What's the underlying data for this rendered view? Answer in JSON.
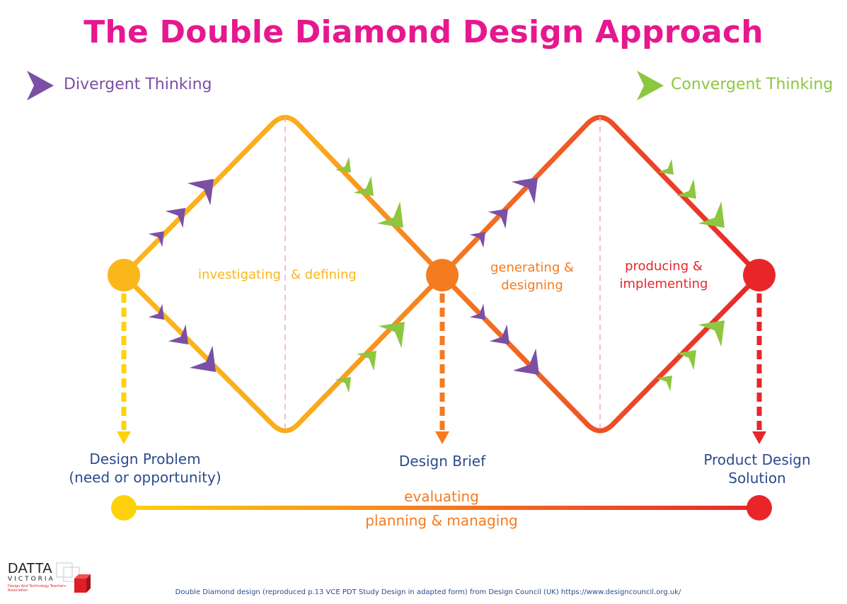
{
  "title": "The Double Diamond Design Approach",
  "legend": {
    "divergent": "Divergent Thinking",
    "convergent": "Convergent Thinking"
  },
  "phases": {
    "discover_define_a": "investigating",
    "discover_define_b": "& defining",
    "develop_line1": "generating &",
    "develop_line2": "designing",
    "deliver_line1": "producing &",
    "deliver_line2": "implementing"
  },
  "outputs": {
    "problem_line1": "Design Problem",
    "problem_line2": "(need or opportunity)",
    "brief": "Design Brief",
    "solution_line1": "Product Design",
    "solution_line2": "Solution"
  },
  "timeline": {
    "top_label": "evaluating",
    "bottom_label": "planning & managing"
  },
  "logo": {
    "name": "DATTA",
    "region": "VICTORIA",
    "subtitle": "Design And Technology Teachers Association"
  },
  "credit": "Double Diamond design (reproduced p.13 VCE PDT Study Design in adapted form) from Design Council (UK) https://www.designcouncil.org.uk/",
  "colors": {
    "title": "#e6188f",
    "divergent_arrow": "#7b4fa6",
    "convergent_arrow": "#8dc63f",
    "yellow": "#fbb61b",
    "orange": "#f47b20",
    "red": "#e8262a",
    "label_blue": "#2c4a8f"
  }
}
